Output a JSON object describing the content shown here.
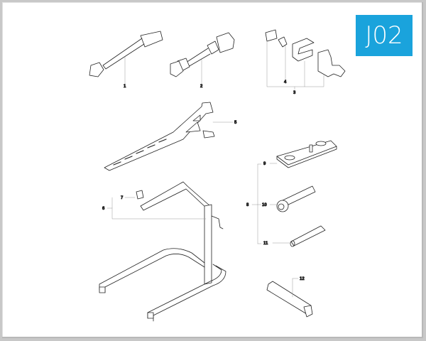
{
  "diagram": {
    "page_code": "J02",
    "badge_color": "#1aa3dc",
    "line_color": "#222222",
    "callouts": [
      {
        "id": "1",
        "label": "1",
        "part": "puller-rod"
      },
      {
        "id": "2",
        "label": "2",
        "part": "bearing-drift"
      },
      {
        "id": "3",
        "label": "3",
        "part": "clamp-assembly"
      },
      {
        "id": "4",
        "label": "4",
        "part": "pin"
      },
      {
        "id": "5",
        "label": "5",
        "part": "holding-wrench"
      },
      {
        "id": "6",
        "label": "6",
        "part": "service-stand"
      },
      {
        "id": "7",
        "label": "7",
        "part": "stand-knob"
      },
      {
        "id": "8",
        "label": "8",
        "part": "tool-kit"
      },
      {
        "id": "9",
        "label": "9",
        "part": "plate"
      },
      {
        "id": "10",
        "label": "10",
        "part": "installer"
      },
      {
        "id": "11",
        "label": "11",
        "part": "sleeve"
      },
      {
        "id": "12",
        "label": "12",
        "part": "socket-wrench"
      }
    ]
  }
}
